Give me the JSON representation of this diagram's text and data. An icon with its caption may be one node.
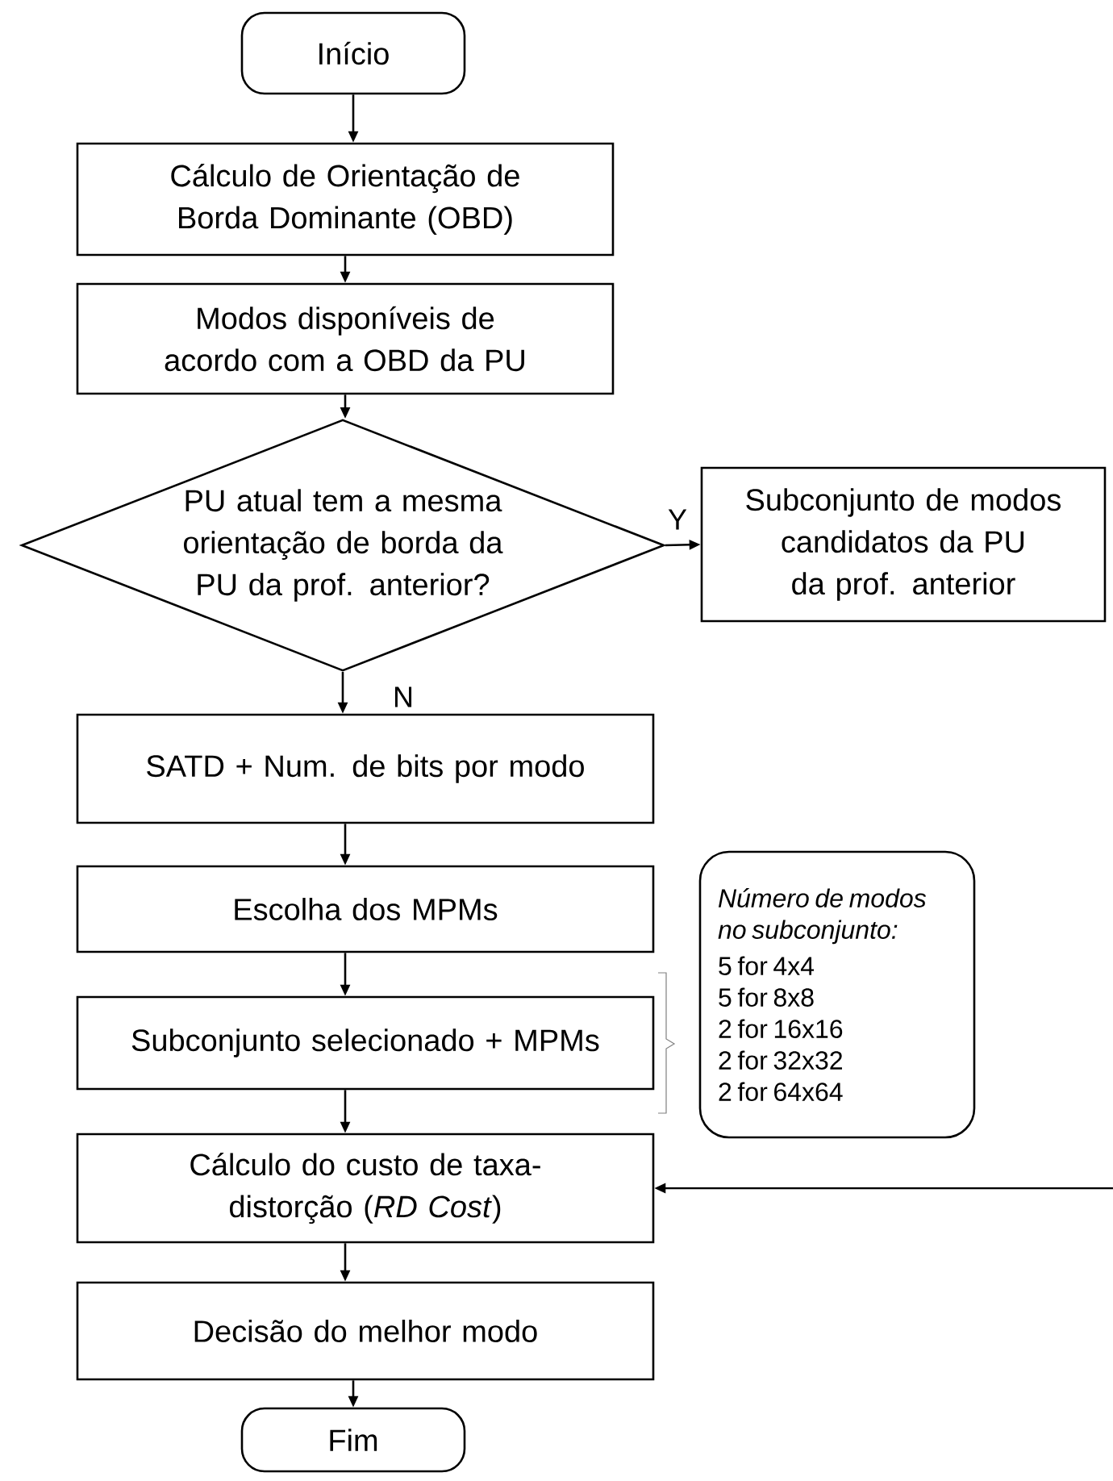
{
  "diagram": {
    "nodes": [
      {
        "text": [
          "Início"
        ]
      },
      {
        "text": [
          "Cálculo de Orientação de Borda Dominante (OBD)"
        ]
      },
      {
        "text": [
          "Modos disponíveis de acordo com a OBD da PU"
        ]
      },
      {
        "text": [
          "PU atual tem a mesma orientação de borda da PU da prof. anterior?"
        ]
      },
      {
        "text": [
          "Subconjunto de modos candidatos da PU da prof. anterior"
        ]
      },
      {
        "text": [
          "SATD + Num. de bits por modo"
        ]
      },
      {
        "text": [
          "Escolha dos MPMs"
        ]
      },
      {
        "text": [
          "Subconjunto selecionado + MPMs"
        ]
      },
      {
        "text": [
          "Cálculo do custo de taxa-distorção (*RD Cost*)"
        ]
      },
      {
        "text": [
          "Decisão do melhor modo"
        ]
      },
      {
        "text": [
          "Fim"
        ]
      },
      {
        "text": [
          "Número de modos no subconjunto:",
          "5 for 4x4",
          "5 for 8x8",
          "2 for 16x16",
          "2 for 32x32",
          "2 for 64x64"
        ]
      }
    ],
    "edges": [
      {
        "from": 0,
        "to": 1,
        "arrow": "to"
      },
      {
        "from": 1,
        "to": 2,
        "arrow": "to"
      },
      {
        "from": 2,
        "to": 3,
        "arrow": "to"
      },
      {
        "from": 3,
        "to": 4,
        "arrow": "to",
        "label": "Y"
      },
      {
        "from": 3,
        "to": 5,
        "arrow": "to",
        "label": "N"
      },
      {
        "from": 5,
        "to": 6,
        "arrow": "to"
      },
      {
        "from": 6,
        "to": 7,
        "arrow": "to"
      },
      {
        "from": 7,
        "to": 8,
        "arrow": "to"
      },
      {
        "from": 8,
        "to": 9,
        "arrow": "to"
      },
      {
        "from": 9,
        "to": 10,
        "arrow": "to"
      },
      {
        "from": null,
        "to": 8,
        "arrow": "to"
      }
    ]
  }
}
